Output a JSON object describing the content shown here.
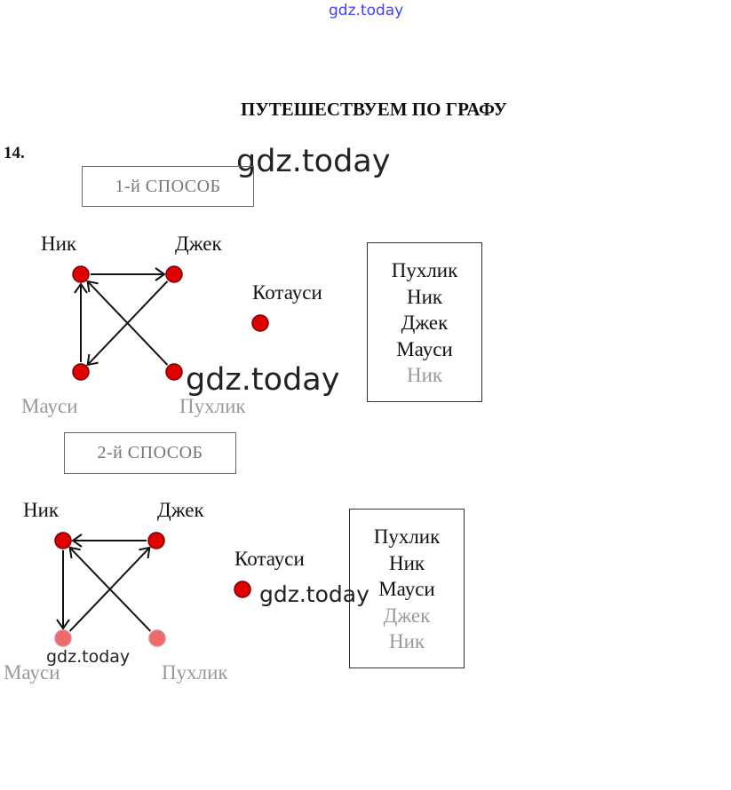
{
  "watermark_top": "gdz.today",
  "watermarks": [
    "gdz.today",
    "gdz.today",
    "gdz.today",
    "gdz.today"
  ],
  "title": "ПУТЕШЕСТВУЕМ ПО ГРАФУ",
  "task_number": "14.",
  "colors": {
    "node": "#e00000",
    "node_faded": "#ef6a6a",
    "watermark_top": "#4040ff"
  },
  "method1": {
    "label": "1-й СПОСОБ",
    "nodes": {
      "nik": "Ник",
      "jack": "Джек",
      "mausi": "Мауси",
      "puhlik": "Пухлик",
      "kotausi": "Котауси"
    },
    "edges": [
      [
        "nik",
        "jack"
      ],
      [
        "jack",
        "mausi"
      ],
      [
        "mausi",
        "nik"
      ],
      [
        "puhlik",
        "nik"
      ]
    ],
    "order": [
      "Пухлик",
      "Ник",
      "Джек",
      "Мауси",
      "Ник"
    ]
  },
  "method2": {
    "label": "2-й СПОСОБ",
    "nodes": {
      "nik": "Ник",
      "jack": "Джек",
      "mausi": "Мауси",
      "puhlik": "Пухлик",
      "kotausi": "Котауси"
    },
    "edges": [
      [
        "jack",
        "nik"
      ],
      [
        "nik",
        "mausi"
      ],
      [
        "mausi",
        "jack"
      ],
      [
        "puhlik",
        "nik"
      ]
    ],
    "order": [
      "Пухлик",
      "Ник",
      "Мауси",
      "Джек",
      "Ник"
    ]
  }
}
